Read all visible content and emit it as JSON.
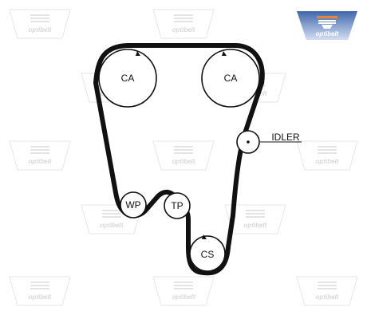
{
  "brand": {
    "name": "optibelt",
    "colors": {
      "badge_top": "#4a6fb0",
      "badge_bottom": "#c9d7ef",
      "badge_mark": "#e8853a",
      "watermark": "#d8d8d8",
      "belt": "#111111"
    }
  },
  "watermark": {
    "text": "optibelt"
  },
  "pulleys": {
    "ca_left": {
      "label": "CA"
    },
    "ca_right": {
      "label": "CA"
    },
    "water_pump": {
      "label": "WP"
    },
    "tensioner": {
      "label": "TP"
    },
    "crankshaft": {
      "label": "CS"
    },
    "idler": {
      "label": "IDLER"
    }
  }
}
